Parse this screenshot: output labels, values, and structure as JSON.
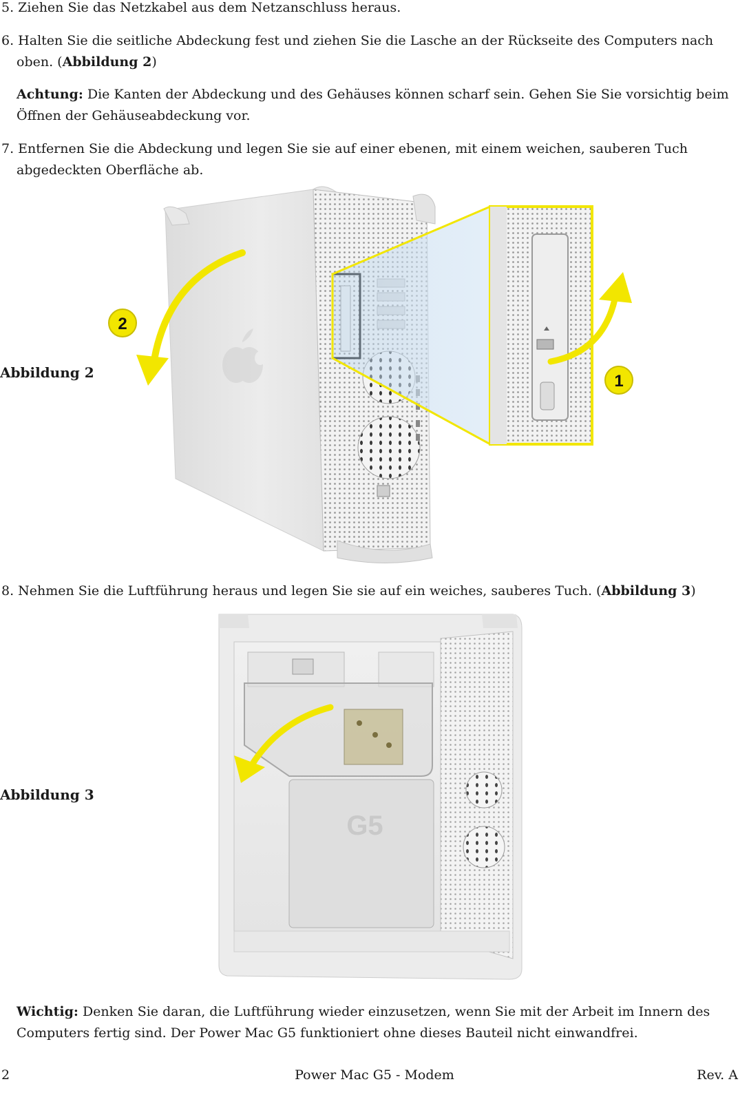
{
  "steps": {
    "s5": {
      "text": "5. Ziehen Sie das Netzkabel aus dem Netzanschluss heraus."
    },
    "s6": {
      "text": "6. Halten Sie die seitliche Abdeckung fest und ziehen Sie die Lasche an der Rückseite des Computers nach oben. (",
      "ref": "Abbildung 2",
      "close": ")"
    },
    "achtung": {
      "label": "Achtung:",
      "text": " Die Kanten der Abdeckung und des Gehäuses können scharf sein. Gehen Sie Sie vorsichtig beim Öffnen der Gehäuseabdeckung vor."
    },
    "s7": {
      "text": "7. Entfernen Sie die Abdeckung und legen Sie sie auf einer ebenen, mit einem weichen, sauberen Tuch abgedeckten Oberfläche ab."
    },
    "s8": {
      "text": "8. Nehmen Sie die Luftführung heraus und legen Sie sie auf ein weiches, sauberes Tuch. (",
      "ref": "Abbildung 3",
      "close": ")"
    },
    "wichtig": {
      "label": "Wichtig:",
      "text": " Denken Sie daran, die Luftführung wieder einzusetzen, wenn Sie mit der Arbeit im Innern des Computers fertig sind. Der Power Mac G5 funktioniert ohne dieses Bauteil nicht einwandfrei."
    }
  },
  "figures": {
    "fig2": {
      "caption": "Abbildung 2",
      "callout1": "1",
      "callout2": "2"
    },
    "fig3": {
      "caption": "Abbildung 3",
      "badge": "G5"
    }
  },
  "footer": {
    "page": "2",
    "title": "Power Mac G5 - Modem",
    "rev": "Rev. A"
  },
  "colors": {
    "callout_yellow": "#f2e600",
    "callout_border": "#c9bd00",
    "case_silver": "#e6e6e6"
  }
}
